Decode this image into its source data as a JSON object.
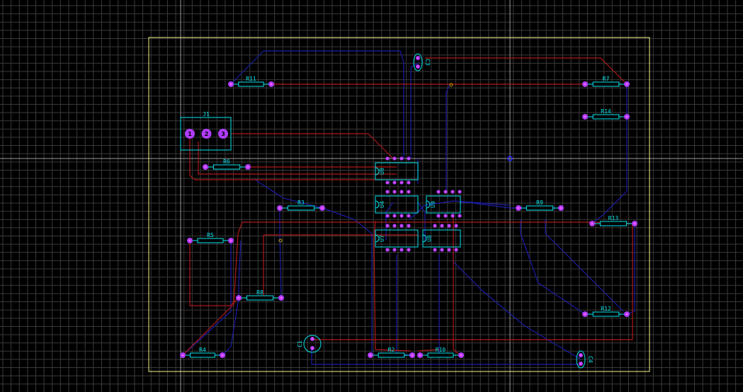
{
  "colors": {
    "background": "#000000",
    "grid": "#3a3a3a",
    "crosshair": "#9a9a9a",
    "board_outline": "#f5f58c",
    "top_trace": "#b01818",
    "bottom_trace": "#1c1ca8",
    "silkscreen": "#00e5ee",
    "pad": "#b03cff",
    "pad_center": "#ff66ff"
  },
  "components": {
    "resistors": [
      {
        "ref": "R11"
      },
      {
        "ref": "R7"
      },
      {
        "ref": "R14"
      },
      {
        "ref": "R6"
      },
      {
        "ref": "R3"
      },
      {
        "ref": "R9"
      },
      {
        "ref": "R13"
      },
      {
        "ref": "R5"
      },
      {
        "ref": "R8"
      },
      {
        "ref": "R12"
      },
      {
        "ref": "R4"
      },
      {
        "ref": "R2"
      },
      {
        "ref": "R10"
      }
    ],
    "ics": [
      {
        "ref": "U8"
      },
      {
        "ref": "U4"
      },
      {
        "ref": "U9"
      },
      {
        "ref": "U7"
      },
      {
        "ref": "U8"
      }
    ],
    "capacitors": [
      {
        "ref": "C3"
      },
      {
        "ref": "C1"
      },
      {
        "ref": "C4"
      }
    ],
    "connector": {
      "ref": "J1",
      "pins": [
        "1",
        "2",
        "3"
      ]
    }
  }
}
